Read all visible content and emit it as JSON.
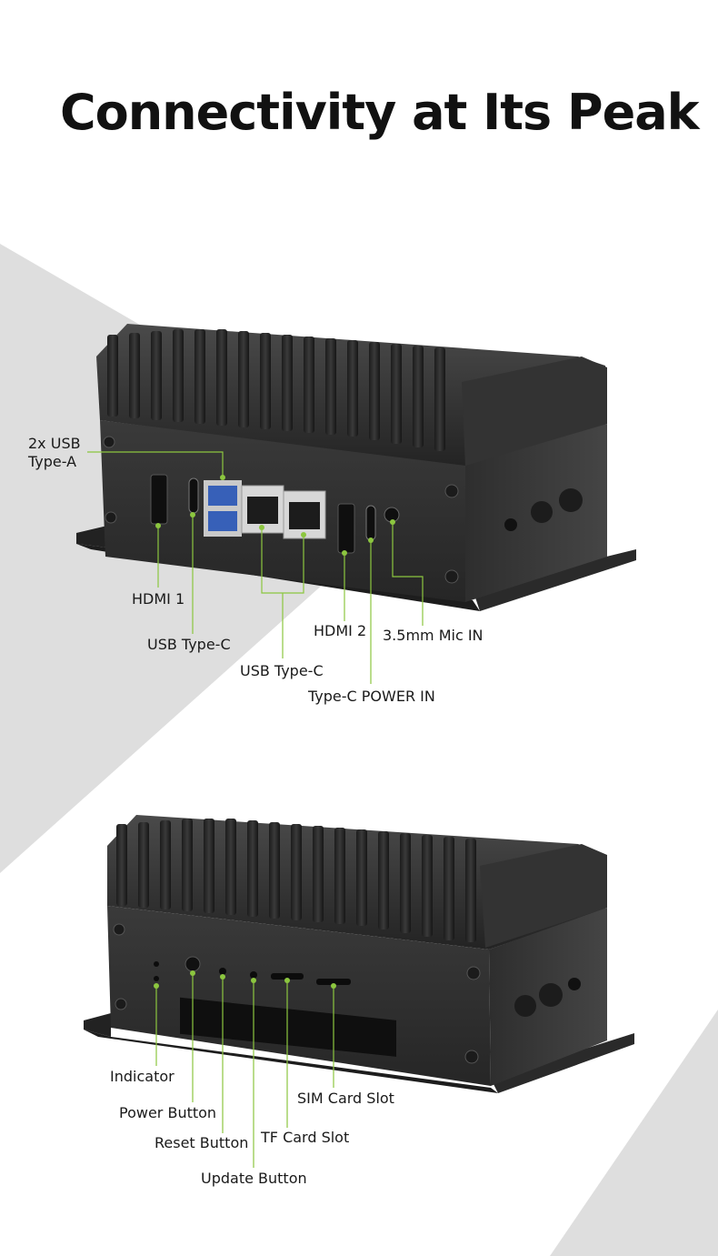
{
  "title": "Connectivity at Its Peak",
  "colors": {
    "accent": "#8cc63f",
    "background_shape": "#dedede",
    "device_body": "#2b2b2b",
    "text": "#111111"
  },
  "front_panel": {
    "labels": {
      "usb_a": "2x USB\nType-A",
      "hdmi1": "HDMI 1",
      "usb_c_left": "USB Type-C",
      "ethernet": "USB Type-C",
      "hdmi2": "HDMI 2",
      "power_in": "Type-C POWER IN",
      "mic_in": "3.5mm Mic IN"
    }
  },
  "back_panel": {
    "labels": {
      "indicator": "Indicator",
      "power_button": "Power Button",
      "reset_button": "Reset Button",
      "update_button": "Update Button",
      "tf_slot": "TF Card Slot",
      "sim_slot": "SIM Card Slot"
    }
  }
}
